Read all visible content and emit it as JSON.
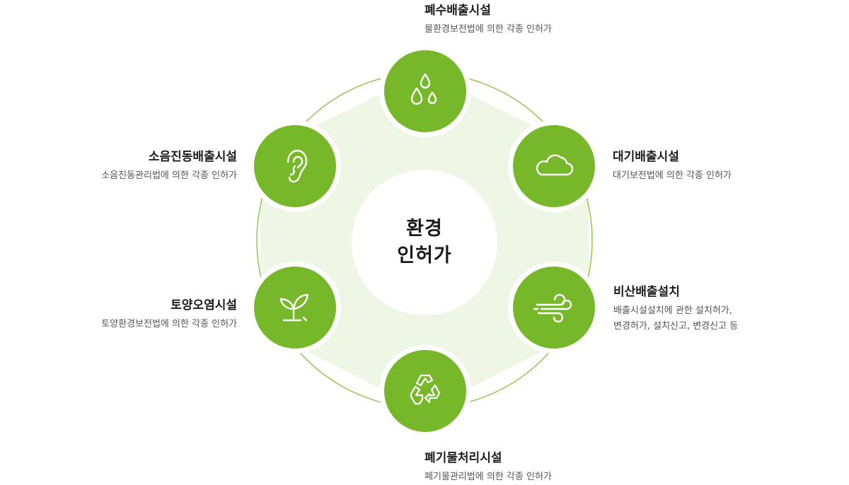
{
  "center": {
    "line1": "환경",
    "line2": "인허가"
  },
  "nodes": [
    {
      "title": "폐수배출시설",
      "desc": [
        "물환경보전법에 의한 각종 인허가"
      ],
      "icon": "water-drops-icon"
    },
    {
      "title": "대기배출시설",
      "desc": [
        "대기보전법에 의한 각종 인허가"
      ],
      "icon": "cloud-icon"
    },
    {
      "title": "비산배출설치",
      "desc": [
        "배출시설설치에 관한 설치허가,",
        "변경허가, 설치신고, 변경신고 등"
      ],
      "icon": "wind-icon"
    },
    {
      "title": "폐기물처리시설",
      "desc": [
        "폐기물관리법에 의한 각종 인허가"
      ],
      "icon": "recycle-icon"
    },
    {
      "title": "토양오염시설",
      "desc": [
        "토양환경보전법에 의한 각종 인허가"
      ],
      "icon": "sprout-icon"
    },
    {
      "title": "소음진동배출시설",
      "desc": [
        "소음진동관리법에 의한 각종 인허가"
      ],
      "icon": "ear-icon"
    }
  ],
  "colors": {
    "accent": "#77b82a",
    "hexagon": "#eef6e6",
    "ring": "#8cc34a"
  }
}
